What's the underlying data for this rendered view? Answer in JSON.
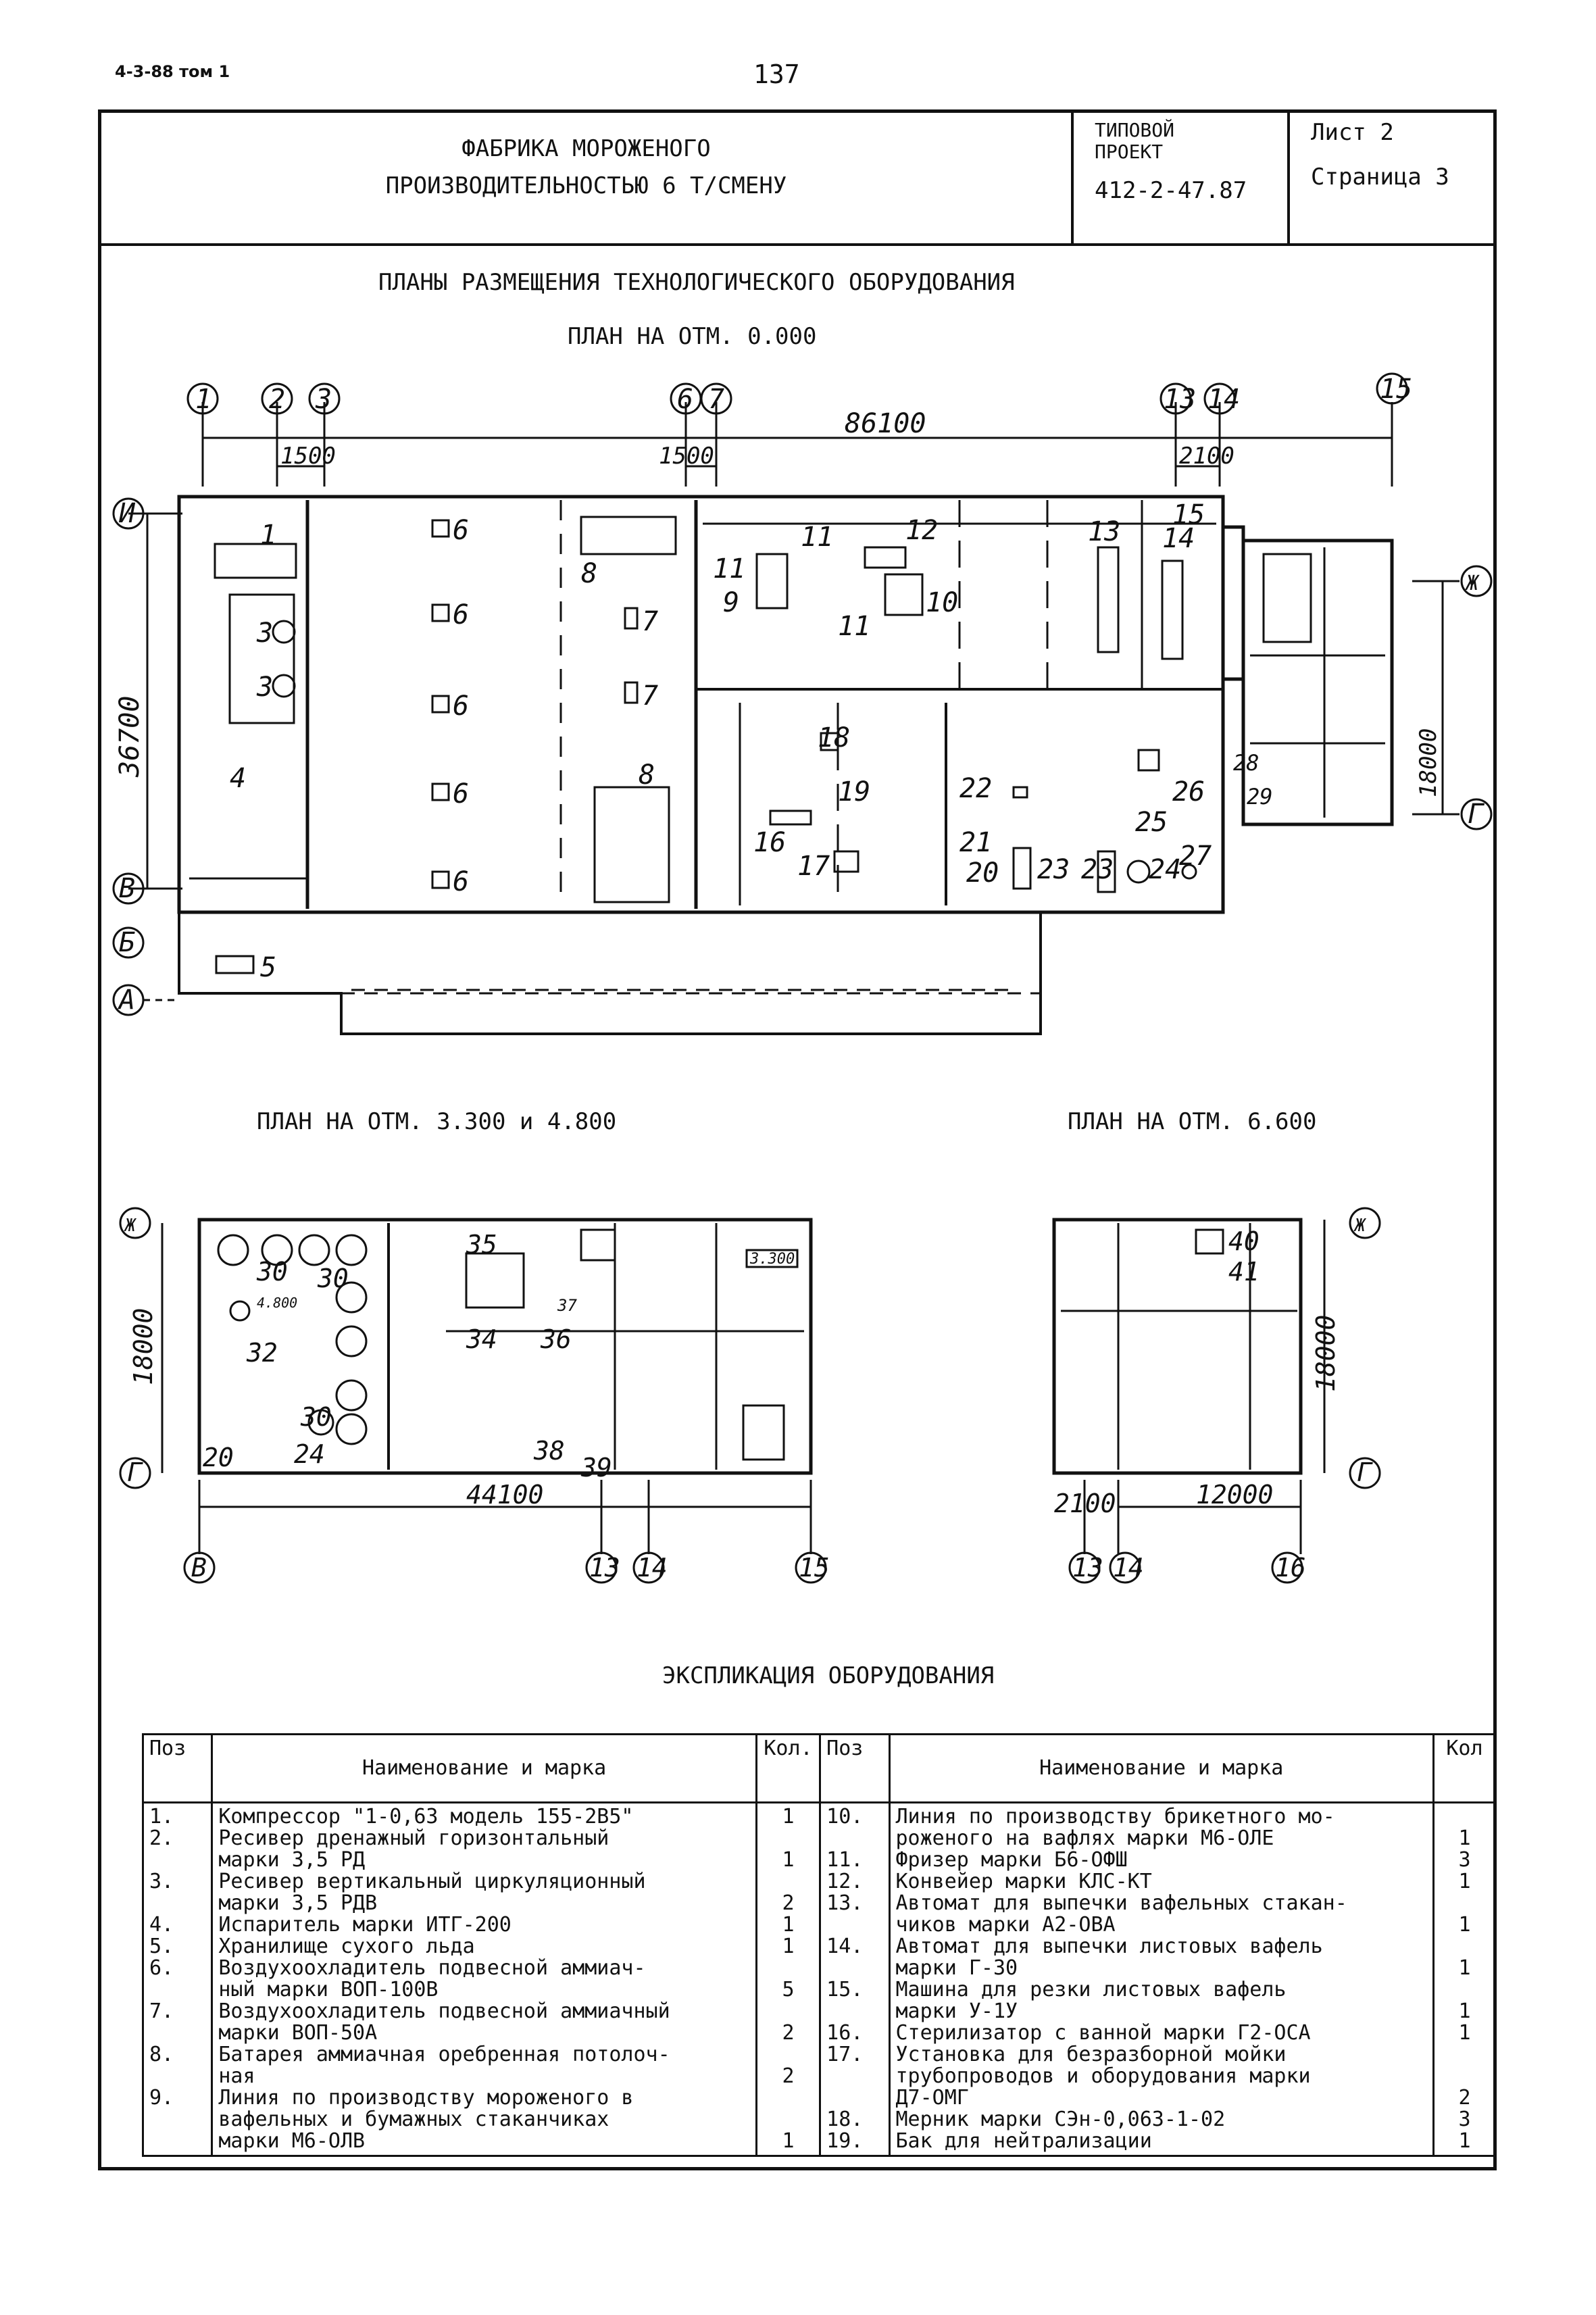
{
  "header": {
    "code": "4-3-88 том 1",
    "page_number": "137",
    "title_line1": "ФАБРИКА МОРОЖЕНОГО",
    "title_line2": "ПРОИЗВОДИТЕЛЬНОСТЬЮ 6 Т/СМЕНУ",
    "project_label_1": "ТИПОВОЙ",
    "project_label_2": "ПРОЕКТ",
    "project_code": "412-2-47.87",
    "sheet": "Лист 2",
    "page": "Страница 3"
  },
  "drawing": {
    "main_title": "ПЛАНЫ РАЗМЕЩЕНИЯ ТЕХНОЛОГИЧЕСКОГО ОБОРУДОВАНИЯ",
    "plan1_title": "ПЛАН НА ОТМ. 0.000",
    "plan2_title": "ПЛАН НА ОТМ. 3.300 и 4.800",
    "plan3_title": "ПЛАН НА ОТМ. 6.600",
    "plan1_axes_top": [
      "1",
      "2",
      "3",
      "6",
      "7",
      "13",
      "14",
      "15"
    ],
    "plan1_axes_left": [
      "И",
      "В",
      "Б",
      "А"
    ],
    "plan1_axis_right": [
      "Ж",
      "Г"
    ],
    "plan1_dims": [
      "86100",
      "1500",
      "1500",
      "2100",
      "36700",
      "18000"
    ],
    "plan2_axes": [
      "В",
      "13",
      "14",
      "15",
      "Ж",
      "Г"
    ],
    "plan2_dims": [
      "18000",
      "44100",
      "3.300",
      "4.800"
    ],
    "plan3_axes": [
      "13",
      "14",
      "16",
      "Ж",
      "Г"
    ],
    "plan3_dims": [
      "18000",
      "2100",
      "12000"
    ]
  },
  "explication": {
    "title": "ЭКСПЛИКАЦИЯ ОБОРУДОВАНИЯ",
    "headers": {
      "pos": "Поз",
      "name": "Наименование и марка",
      "qty": "Кол.",
      "qty2": "Кол"
    },
    "left": [
      {
        "pos": "1.",
        "name": [
          "Компрессор \"1-0,63 модель 155-2В5\""
        ],
        "qty": "1"
      },
      {
        "pos": "2.",
        "name": [
          "Ресивер дренажный горизонтальный",
          "марки 3,5 РД"
        ],
        "qty": "1"
      },
      {
        "pos": "3.",
        "name": [
          "Ресивер вертикальный циркуляционный",
          "марки 3,5 РДВ"
        ],
        "qty": "2"
      },
      {
        "pos": "4.",
        "name": [
          "Испаритель марки ИТГ-200"
        ],
        "qty": "1"
      },
      {
        "pos": "5.",
        "name": [
          "Хранилище сухого льда"
        ],
        "qty": "1"
      },
      {
        "pos": "6.",
        "name": [
          "Воздухоохладитель подвесной аммиач-",
          "ный марки ВОП-100В"
        ],
        "qty": "5"
      },
      {
        "pos": "7.",
        "name": [
          "Воздухоохладитель подвесной аммиачный",
          "марки ВОП-50А"
        ],
        "qty": "2"
      },
      {
        "pos": "8.",
        "name": [
          "Батарея аммиачная оребренная потолоч-",
          "ная"
        ],
        "qty": "2"
      },
      {
        "pos": "9.",
        "name": [
          "Линия по производству мороженого в",
          "вафельных и бумажных стаканчиках",
          "марки М6-ОЛВ"
        ],
        "qty": "1"
      }
    ],
    "right": [
      {
        "pos": "10.",
        "name": [
          "Линия по производству брикетного мо-",
          "роженого на вафлях марки М6-ОЛЕ"
        ],
        "qty": "1"
      },
      {
        "pos": "11.",
        "name": [
          "Фризер марки Б6-ОФШ"
        ],
        "qty": "3"
      },
      {
        "pos": "12.",
        "name": [
          "Конвейер марки КЛС-КТ"
        ],
        "qty": "1"
      },
      {
        "pos": "13.",
        "name": [
          "Автомат для выпечки вафельных стакан-",
          "чиков марки А2-ОВА"
        ],
        "qty": "1"
      },
      {
        "pos": "14.",
        "name": [
          "Автомат для выпечки листовых вафель",
          "марки Г-30"
        ],
        "qty": "1"
      },
      {
        "pos": "15.",
        "name": [
          "Машина для резки листовых вафель",
          "марки У-1У"
        ],
        "qty": "1"
      },
      {
        "pos": "16.",
        "name": [
          "Стерилизатор с ванной марки Г2-ОСА"
        ],
        "qty": "1"
      },
      {
        "pos": "17.",
        "name": [
          "Установка для безразборной мойки",
          "трубопроводов и оборудования марки",
          "Д7-ОМГ"
        ],
        "qty": "2"
      },
      {
        "pos": "18.",
        "name": [
          "Мерник марки СЭн-0,063-1-02"
        ],
        "qty": "3"
      },
      {
        "pos": "19.",
        "name": [
          "Бак для нейтрализации"
        ],
        "qty": "1"
      }
    ]
  }
}
